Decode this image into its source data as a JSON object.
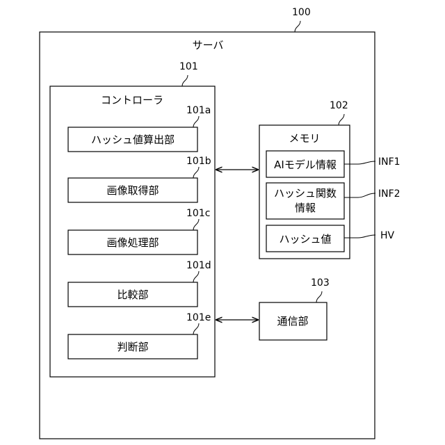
{
  "server": {
    "ref": "100",
    "title": "サーバ"
  },
  "controller": {
    "ref": "101",
    "title": "コントローラ",
    "units": [
      {
        "ref": "101a",
        "label": "ハッシュ値算出部"
      },
      {
        "ref": "101b",
        "label": "画像取得部"
      },
      {
        "ref": "101c",
        "label": "画像処理部"
      },
      {
        "ref": "101d",
        "label": "比較部"
      },
      {
        "ref": "101e",
        "label": "判断部"
      }
    ]
  },
  "memory": {
    "ref": "102",
    "title": "メモリ",
    "items": [
      {
        "line1": "AIモデル情報",
        "line2": "",
        "tag": "INF1"
      },
      {
        "line1": "ハッシュ関数",
        "line2": "情報",
        "tag": "INF2"
      },
      {
        "line1": "ハッシュ値",
        "line2": "",
        "tag": "HV"
      }
    ]
  },
  "comm": {
    "ref": "103",
    "label": "通信部"
  }
}
